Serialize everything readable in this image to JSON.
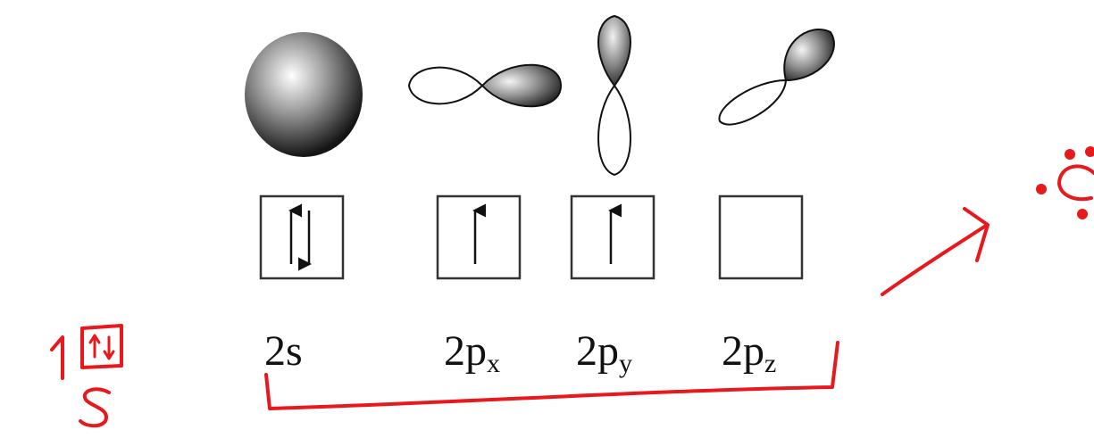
{
  "orbitals": [
    {
      "name": "2s",
      "label_main": "2s",
      "label_sub": "",
      "electrons": [
        "up",
        "down"
      ]
    },
    {
      "name": "2px",
      "label_main": "2p",
      "label_sub": "x",
      "electrons": [
        "up"
      ]
    },
    {
      "name": "2py",
      "label_main": "2p",
      "label_sub": "y",
      "electrons": [
        "up"
      ]
    },
    {
      "name": "2pz",
      "label_main": "2p",
      "label_sub": "z",
      "electrons": []
    }
  ],
  "annotations": {
    "left_number": "1",
    "left_box_arrows": "↑↓",
    "left_letter": "s",
    "ink_color": "#e8191c"
  }
}
